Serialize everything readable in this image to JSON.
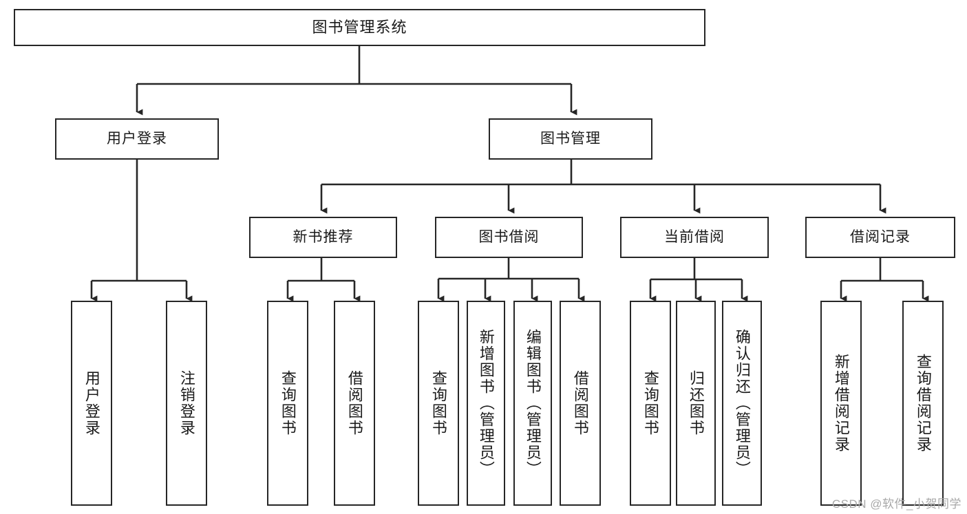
{
  "diagram": {
    "title": "图书管理系统",
    "watermark": "CSDN @软件_小贺同学",
    "root": {
      "label": "图书管理系统"
    },
    "level2": [
      {
        "label": "用户登录"
      },
      {
        "label": "图书管理"
      }
    ],
    "level3": [
      {
        "label": "新书推荐"
      },
      {
        "label": "图书借阅"
      },
      {
        "label": "当前借阅"
      },
      {
        "label": "借阅记录"
      }
    ],
    "leaves": {
      "user_login": [
        {
          "label": "用户登录"
        },
        {
          "label": "注销登录"
        }
      ],
      "new_book_recommend": [
        {
          "label": "查询图书"
        },
        {
          "label": "借阅图书"
        }
      ],
      "book_borrow": [
        {
          "label": "查询图书"
        },
        {
          "label": "新增图书（管理员）"
        },
        {
          "label": "编辑图书（管理员）"
        },
        {
          "label": "借阅图书"
        }
      ],
      "current_borrow": [
        {
          "label": "查询图书"
        },
        {
          "label": "归还图书"
        },
        {
          "label": "确认归还（管理员）"
        }
      ],
      "borrow_record": [
        {
          "label": "新增借阅记录"
        },
        {
          "label": "查询借阅记录"
        }
      ]
    },
    "colors": {
      "stroke": "#262626",
      "fill": "#ffffff",
      "text": "#1a1a1a",
      "watermark": "#a8a8a8"
    }
  }
}
